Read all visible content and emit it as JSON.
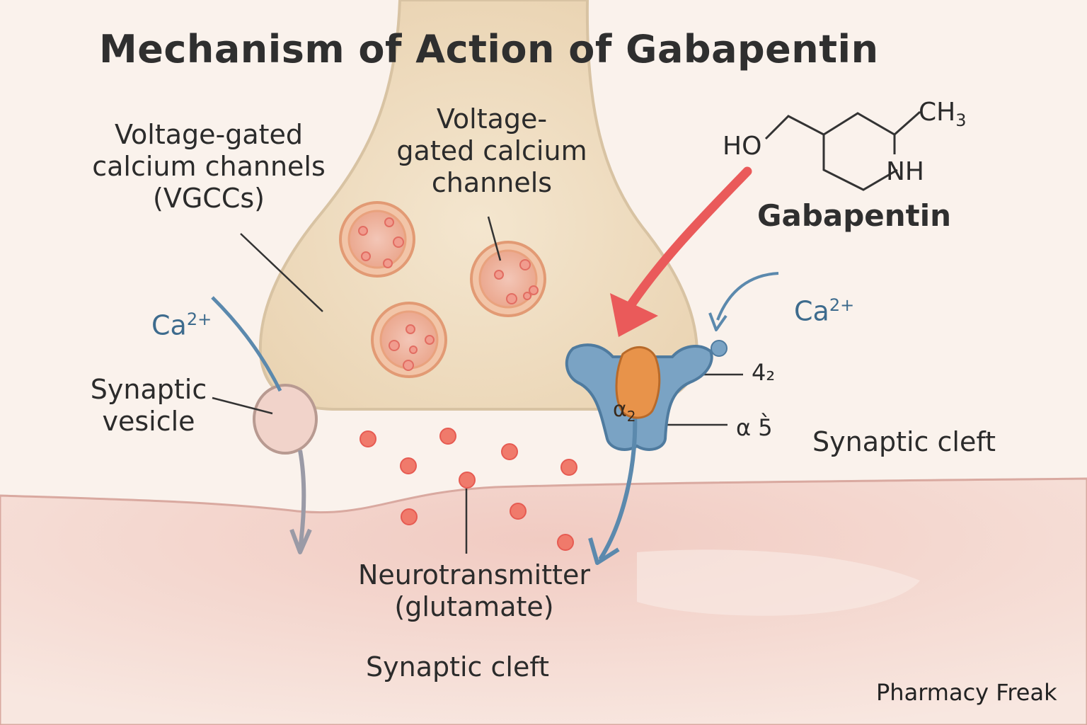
{
  "title": "Mechanism of Action of Gabapentin",
  "labels": {
    "vgcc_left": "Voltage-gated\ncalcium channels\n(VGCCs)",
    "vgcc_top": "Voltage-\ngated calcium\nchannels",
    "calcium_left": "Ca",
    "calcium_left_charge": "2+",
    "calcium_right": "Ca",
    "calcium_right_charge": "2+",
    "synaptic_vesicle": "Synaptic\nvesicle",
    "drug_name": "Gabapentin",
    "synaptic_cleft_right": "Synaptic cleft",
    "neurotransmitter": "Neurotransmitter\n(glutamate)",
    "synaptic_cleft_bottom": "Synaptic cleft",
    "subunit_a": "4₂",
    "subunit_b": "α 5̀",
    "alpha2_symbol": "α",
    "alpha2_index": "2",
    "credit": "Pharmacy Freak"
  },
  "molecule": {
    "ho": "HO",
    "nh": "NH",
    "ch": "CH",
    "ch_index": "3"
  },
  "colors": {
    "background": "#faf2ec",
    "terminal": "#f1e1c8",
    "terminal_outline": "#d8c3a3",
    "vesicle_ring": "#e9a27e",
    "vesicle_fill": "#f0b9a8",
    "dot": "#e9675f",
    "channel": "#6f9bbf",
    "subunit": "#e8934a",
    "arrow_drug": "#ea5a5a",
    "arrow_calcium": "#5b89ad",
    "postsynaptic": "#f2d3cc"
  }
}
